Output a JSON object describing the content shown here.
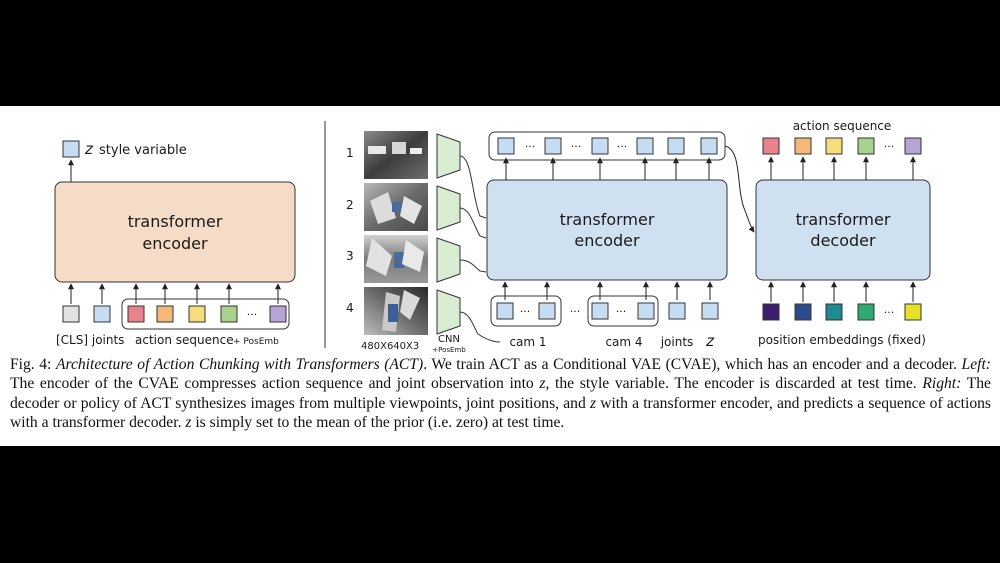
{
  "colors": {
    "encoder_left_fill": "#f5dcc7",
    "encoder_right_fill": "#cfe0f1",
    "token_fill": "#c6dcf2",
    "cnn_fill": "#d8ecd2",
    "action_tokens": [
      "#e8838d",
      "#f4b878",
      "#f6dd7c",
      "#a8d28d",
      "#b5a4d4"
    ],
    "action_tokens_right": [
      "#e8838d",
      "#f4b878",
      "#f6dd7c",
      "#a8d28d",
      "#b5a4d4"
    ],
    "position_embeddings": [
      "#3d1c6b",
      "#2f4b8f",
      "#1f8a8f",
      "#2fa872",
      "#e6e029"
    ]
  },
  "left": {
    "output_symbol": "z",
    "output_label": "style variable",
    "encoder_title_line1": "transformer",
    "encoder_title_line2": "encoder",
    "cls_joints_label": "[CLS] joints",
    "action_sequence_label": "action sequence",
    "posemb_label": "+ PosEmb",
    "dots": "···"
  },
  "right": {
    "cam_numbers": [
      "1",
      "2",
      "3",
      "4"
    ],
    "image_size_label": "480X640X3",
    "cnn_label": "CNN",
    "cnn_posemb_label": "+PosEmb",
    "cam1_label": "cam 1",
    "cam4_label": "cam 4",
    "joints_label": "joints",
    "z_symbol": "z",
    "encoder_title_line1": "transformer",
    "encoder_title_line2": "encoder",
    "decoder_title_line1": "transformer",
    "decoder_title_line2": "decoder",
    "action_sequence_label": "action sequence",
    "position_embeddings_label": "position embeddings (fixed)",
    "dots": "···"
  },
  "caption": {
    "fig_label": "Fig. 4: ",
    "title": "Architecture of Action Chunking with Transformers (ACT)",
    "s1": ". We train ACT as a Conditional VAE (CVAE), which has an encoder and a decoder. ",
    "left_label": "Left:",
    "s2a": " The encoder of the CVAE compresses action sequence and joint observation into ",
    "z1": "z",
    "s2b": ", the style variable. The encoder is discarded at test time. ",
    "right_label": "Right:",
    "s3a": " The decoder or policy of ACT synthesizes images from multiple viewpoints, joint positions, and ",
    "z2": "z",
    "s3b": " with a transformer encoder, and predicts a sequence of actions with a transformer decoder. ",
    "z3": "z",
    "s4": " is simply set to the mean of the prior (i.e. zero) at test time."
  }
}
